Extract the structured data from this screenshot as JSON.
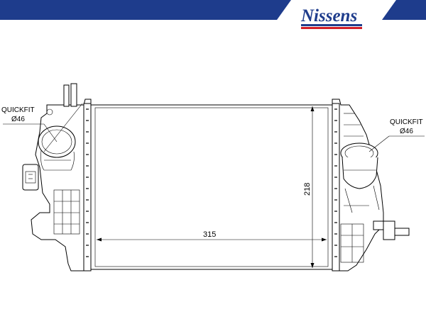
{
  "brand": {
    "name": "Nissens",
    "colors": {
      "navy": "#1e3c8c",
      "red": "#d21e28"
    }
  },
  "callouts": {
    "left": {
      "label": "QUICKFIT",
      "diameter": "Ø46"
    },
    "right": {
      "label": "QUICKFIT",
      "diameter": "Ø46"
    }
  },
  "dimensions": {
    "width": "315",
    "height": "218"
  }
}
